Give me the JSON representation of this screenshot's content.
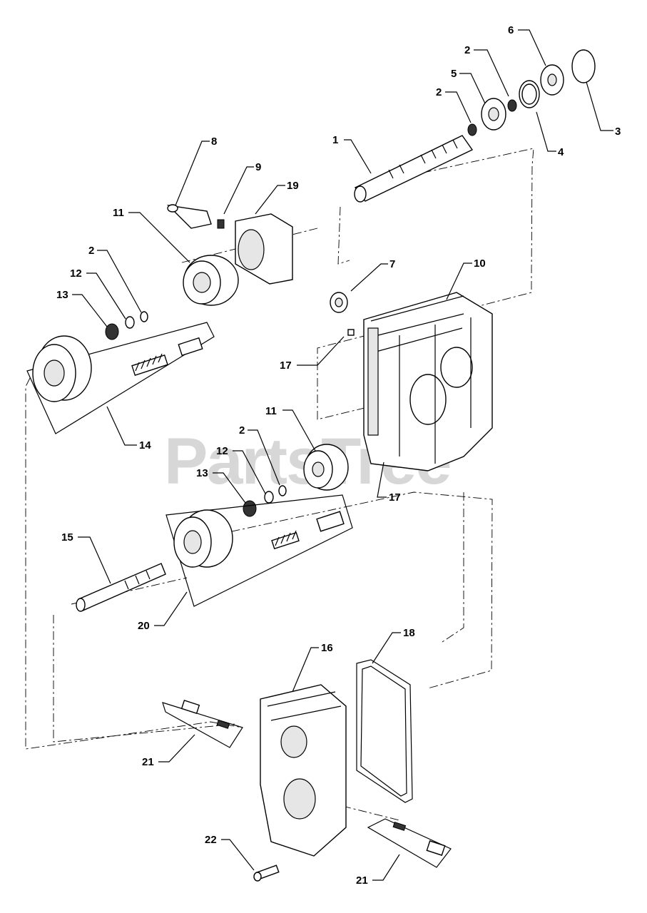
{
  "watermark": {
    "text": "PartsTree",
    "trademark": "™"
  },
  "callouts": [
    {
      "id": "c1",
      "label": "1"
    },
    {
      "id": "c2a",
      "label": "2"
    },
    {
      "id": "c2b",
      "label": "2"
    },
    {
      "id": "c2c",
      "label": "2"
    },
    {
      "id": "c2d",
      "label": "2"
    },
    {
      "id": "c3",
      "label": "3"
    },
    {
      "id": "c4",
      "label": "4"
    },
    {
      "id": "c5",
      "label": "5"
    },
    {
      "id": "c6",
      "label": "6"
    },
    {
      "id": "c7",
      "label": "7"
    },
    {
      "id": "c8",
      "label": "8"
    },
    {
      "id": "c9",
      "label": "9"
    },
    {
      "id": "c10",
      "label": "10"
    },
    {
      "id": "c11a",
      "label": "11"
    },
    {
      "id": "c11b",
      "label": "11"
    },
    {
      "id": "c12a",
      "label": "12"
    },
    {
      "id": "c12b",
      "label": "12"
    },
    {
      "id": "c13a",
      "label": "13"
    },
    {
      "id": "c13b",
      "label": "13"
    },
    {
      "id": "c14",
      "label": "14"
    },
    {
      "id": "c15",
      "label": "15"
    },
    {
      "id": "c16",
      "label": "16"
    },
    {
      "id": "c17a",
      "label": "17"
    },
    {
      "id": "c17b",
      "label": "17"
    },
    {
      "id": "c18",
      "label": "18"
    },
    {
      "id": "c19",
      "label": "19"
    },
    {
      "id": "c20",
      "label": "20"
    },
    {
      "id": "c21a",
      "label": "21"
    },
    {
      "id": "c21b",
      "label": "21"
    },
    {
      "id": "c22",
      "label": "22"
    }
  ]
}
